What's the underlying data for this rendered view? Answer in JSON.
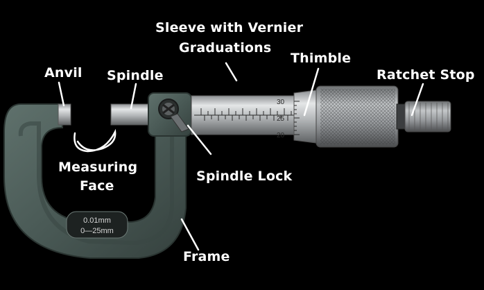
{
  "labels": {
    "sleeve_line1": "Sleeve with Vernier",
    "sleeve_line2": "Graduations",
    "thimble": "Thimble",
    "anvil": "Anvil",
    "spindle": "Spindle",
    "ratchet_stop": "Ratchet Stop",
    "measuring_line1": "Measuring",
    "measuring_line2": "Face",
    "spindle_lock": "Spindle Lock",
    "frame": "Frame"
  },
  "frame_plate": {
    "resolution": "0.01mm",
    "range": "0—25mm"
  },
  "thimble_scale": [
    "30",
    "25",
    "20"
  ],
  "colors": {
    "background": "#000000",
    "frame": "#4a5a56",
    "metal": "#b9bcbe",
    "label": "#ffffff"
  }
}
